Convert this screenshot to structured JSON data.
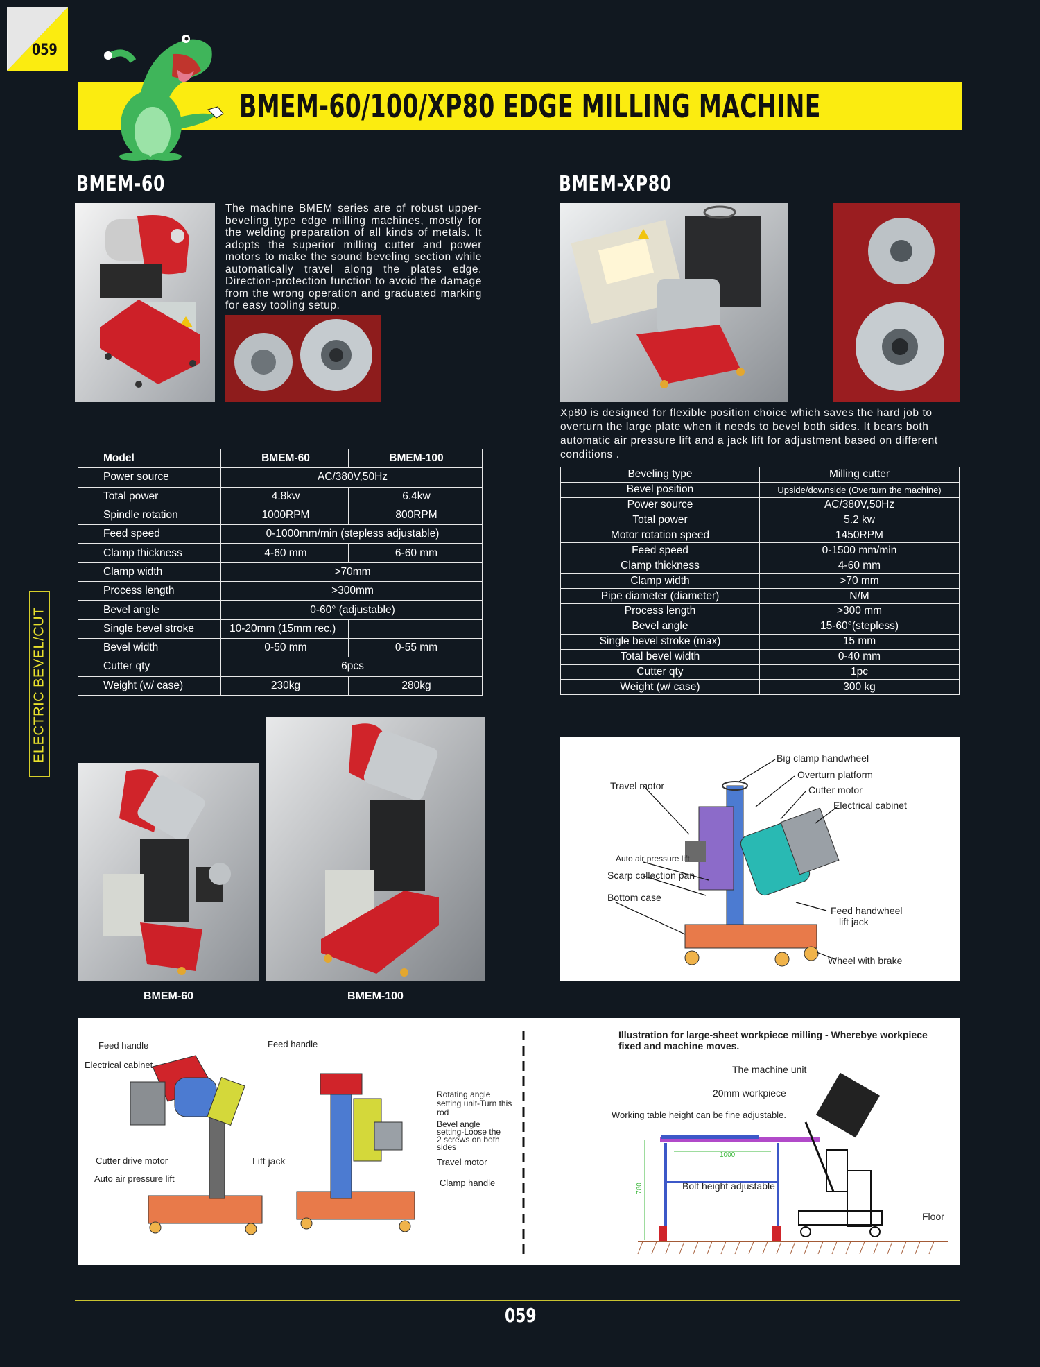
{
  "page_number": "059",
  "title": "BMEM-60/100/XP80 EDGE MILLING MACHINE",
  "side_label": "ELECTRIC BEVEL/CUT",
  "bmem60": {
    "heading": "BMEM-60",
    "description": "The machine BMEM series are of robust upper-beveling type edge milling machines, mostly for the welding preparation of all kinds of metals. It adopts the superior milling cutter and power motors to make the sound beveling section while automatically travel along the plates edge. Direction-protection function to avoid the damage from the wrong operation and graduated marking for easy tooling setup.",
    "table": {
      "header": [
        "Model",
        "BMEM-60",
        "BMEM-100"
      ],
      "rows": [
        {
          "label": "Power source",
          "merged": "AC/380V,50Hz"
        },
        {
          "label": "Total power",
          "a": "4.8kw",
          "b": "6.4kw"
        },
        {
          "label": "Spindle rotation",
          "a": "1000RPM",
          "b": "800RPM"
        },
        {
          "label": "Feed speed",
          "merged": "0-1000mm/min (stepless adjustable)"
        },
        {
          "label": "Clamp thickness",
          "a": "4-60 mm",
          "b": "6-60 mm"
        },
        {
          "label": "Clamp width",
          "merged": ">70mm"
        },
        {
          "label": "Process length",
          "merged": ">300mm"
        },
        {
          "label": "Bevel angle",
          "merged": "0-60° (adjustable)"
        },
        {
          "label": "Single bevel stroke",
          "a": "10-20mm (15mm rec.)",
          "b": ""
        },
        {
          "label": "Bevel width",
          "a": "0-50 mm",
          "b": "0-55 mm"
        },
        {
          "label": "Cutter qty",
          "merged": "6pcs"
        },
        {
          "label": "Weight (w/ case)",
          "a": "230kg",
          "b": "280kg"
        }
      ]
    },
    "captions": [
      "BMEM-60",
      "BMEM-100"
    ]
  },
  "xp80": {
    "heading": "BMEM-XP80",
    "description": "Xp80 is designed for flexible position choice which saves the hard job to overturn the large plate when it needs to bevel both sides. It bears both automatic air pressure lift and a jack lift for adjustment based on different conditions .",
    "table": [
      [
        "Beveling type",
        "Milling cutter"
      ],
      [
        "Bevel position",
        "Upside/downside  (Overturn the machine)"
      ],
      [
        "Power source",
        "AC/380V,50Hz"
      ],
      [
        "Total power",
        "5.2 kw"
      ],
      [
        "Motor rotation speed",
        "1450RPM"
      ],
      [
        "Feed speed",
        "0-1500 mm/min"
      ],
      [
        "Clamp thickness",
        "4-60 mm"
      ],
      [
        "Clamp width",
        ">70 mm"
      ],
      [
        "Pipe diameter (diameter)",
        "N/M"
      ],
      [
        "Process length",
        ">300 mm"
      ],
      [
        "Bevel angle",
        "15-60°(stepless)"
      ],
      [
        "Single bevel stroke (max)",
        "15 mm"
      ],
      [
        "Total bevel width",
        "0-40 mm"
      ],
      [
        "Cutter qty",
        "1pc"
      ],
      [
        "Weight (w/ case)",
        "300 kg"
      ]
    ],
    "diagram_labels": {
      "big_clamp": "Big clamp handwheel",
      "overturn": "Overturn platform",
      "travel_motor": "Travel motor",
      "cutter_motor": "Cutter motor",
      "cabinet": "Electrical cabinet",
      "air_lift": "Auto air pressure lift",
      "scarp": "Scarp collection pan",
      "bottom": "Bottom case",
      "feed_wheel": "Feed handwheel",
      "lift_jack": "lift jack",
      "wheel": "Wheel with brake"
    }
  },
  "bottom_panel": {
    "left_labels": {
      "feed1": "Feed handle",
      "cabinet": "Electrical cabinet",
      "cutter_drive": "Cutter drive motor",
      "air_lift": "Auto air pressure lift",
      "lift_jack": "Lift jack",
      "feed2": "Feed handle",
      "rotating": "Rotating angle setting unit-Turn this rod",
      "bevel_setting": "Bevel angle setting-Loose the 2 screws on both sides",
      "travel_motor": "Travel motor",
      "clamp_handle": "Clamp handle"
    },
    "illustration_title": "Illustration for large-sheet workpiece milling - Wherebye workpiece fixed and machine moves.",
    "right_labels": {
      "machine_unit": "The machine unit",
      "workpiece": "20mm workpiece",
      "table_height": "Working table height can be fine adjustable.",
      "dim_1000": "1000",
      "dim_780": "780",
      "bolt": "Bolt height adjustable",
      "floor": "Floor"
    }
  }
}
